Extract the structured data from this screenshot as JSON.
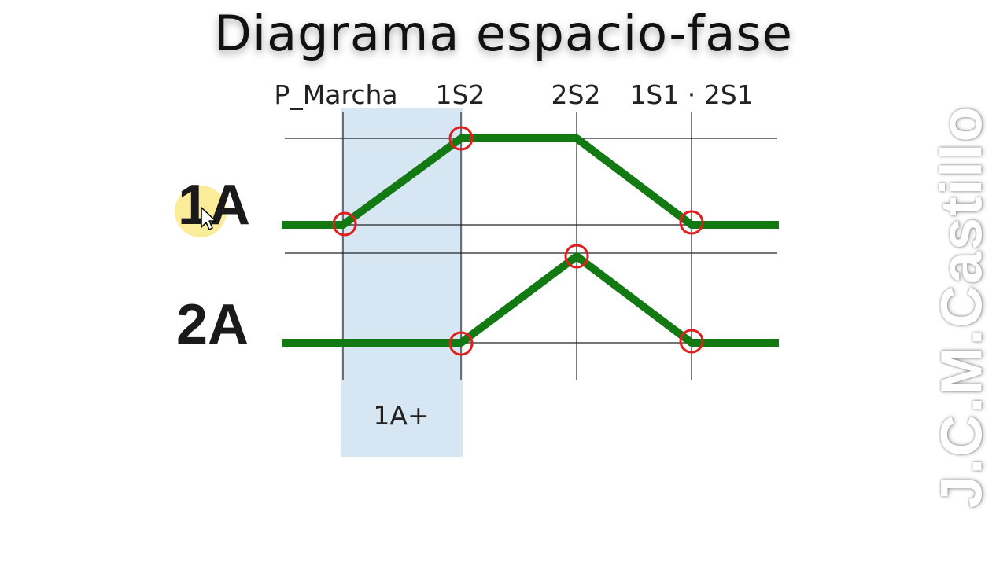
{
  "title": "Diagrama espacio-fase",
  "watermark": "J.C.M.Castillo",
  "actuators": [
    {
      "label": "1A"
    },
    {
      "label": "2A"
    }
  ],
  "step_labels": [
    "P_Marcha",
    "1S2",
    "2S2",
    "1S1 · 2S1"
  ],
  "phase_label": "1A+",
  "colors": {
    "trace": "#137a13",
    "marker": "#e0201e",
    "highlight": "#d6e7f3",
    "grid": "#222222"
  }
}
